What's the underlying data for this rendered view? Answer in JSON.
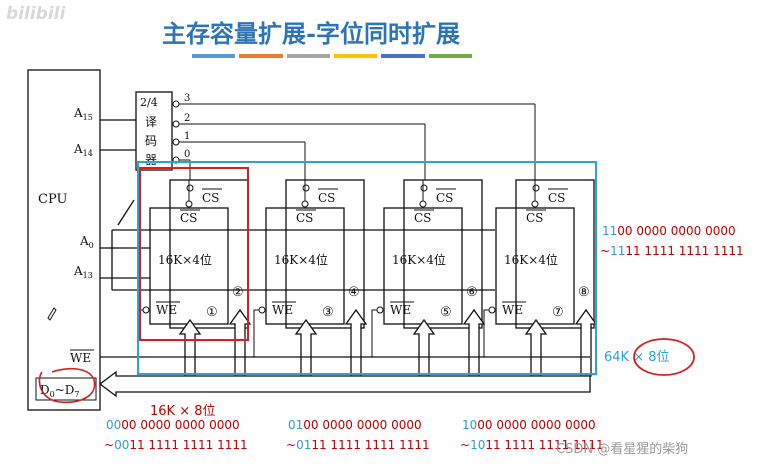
{
  "title": "主存容量扩展-字位同时扩展",
  "title_color": "#2e74b5",
  "title_underline_colors": [
    "#5b9bd5",
    "#ed7d31",
    "#a5a5a5",
    "#ffc000",
    "#4472c4",
    "#70ad47"
  ],
  "watermark_top": "bilibili",
  "cpu": {
    "label": "CPU",
    "pins": {
      "a15_main": "A",
      "a15_sub": "15",
      "a14_main": "A",
      "a14_sub": "14",
      "a0_main": "A",
      "a0_sub": "0",
      "a13_main": "A",
      "a13_sub": "13",
      "we": "WE",
      "data_main": "D",
      "data_sub0": "0",
      "data_tilde": "~",
      "data_main2": "D",
      "data_sub7": "7"
    }
  },
  "decoder": {
    "line1": "2/4",
    "line2": "译",
    "line3": "码",
    "line4": "器",
    "outputs": [
      "3",
      "2",
      "1",
      "0"
    ]
  },
  "chips": [
    {
      "cs": "CS",
      "capacity": "16K×4位",
      "we": "WE",
      "num_left": "①",
      "num_right": "②",
      "cs_ext": "CS"
    },
    {
      "cs": "CS",
      "capacity": "16K×4位",
      "we": "WE",
      "num_left": "③",
      "num_right": "④",
      "cs_ext": "CS"
    },
    {
      "cs": "CS",
      "capacity": "16K×4位",
      "we": "WE",
      "num_left": "⑤",
      "num_right": "⑥",
      "cs_ext": "CS"
    },
    {
      "cs": "CS",
      "capacity": "16K×4位",
      "we": "WE",
      "num_left": "⑦",
      "num_right": "⑧",
      "cs_ext": "CS"
    }
  ],
  "annotations": {
    "group_label": "16K × 8位",
    "total_label": "64K × 8位",
    "right_range": {
      "start_prefix": "11",
      "start_rest": "00 0000 0000 0000",
      "end_tilde": "~",
      "end_prefix": "11",
      "end_rest": "11 1111 1111 1111"
    },
    "ranges": [
      {
        "start_prefix": "00",
        "start_rest": "00 0000 0000 0000",
        "end_tilde": "~",
        "end_prefix": "00",
        "end_rest": "11 1111 1111 1111"
      },
      {
        "start_prefix": "01",
        "start_rest": "00 0000 0000 0000",
        "end_tilde": "~",
        "end_prefix": "01",
        "end_rest": "11 1111 1111 1111"
      },
      {
        "start_prefix": "10",
        "start_rest": "00 0000 0000 0000",
        "end_tilde": "~",
        "end_prefix": "10",
        "end_rest": "11 1111 1111 1111"
      }
    ],
    "prefix_color": "#2e9bd6",
    "rest_color": "#c00000"
  },
  "watermark_bottom": "CSDN @看星猩的柴狗",
  "colors": {
    "blue_box": "#29a3d8",
    "red_box": "#d42020"
  }
}
